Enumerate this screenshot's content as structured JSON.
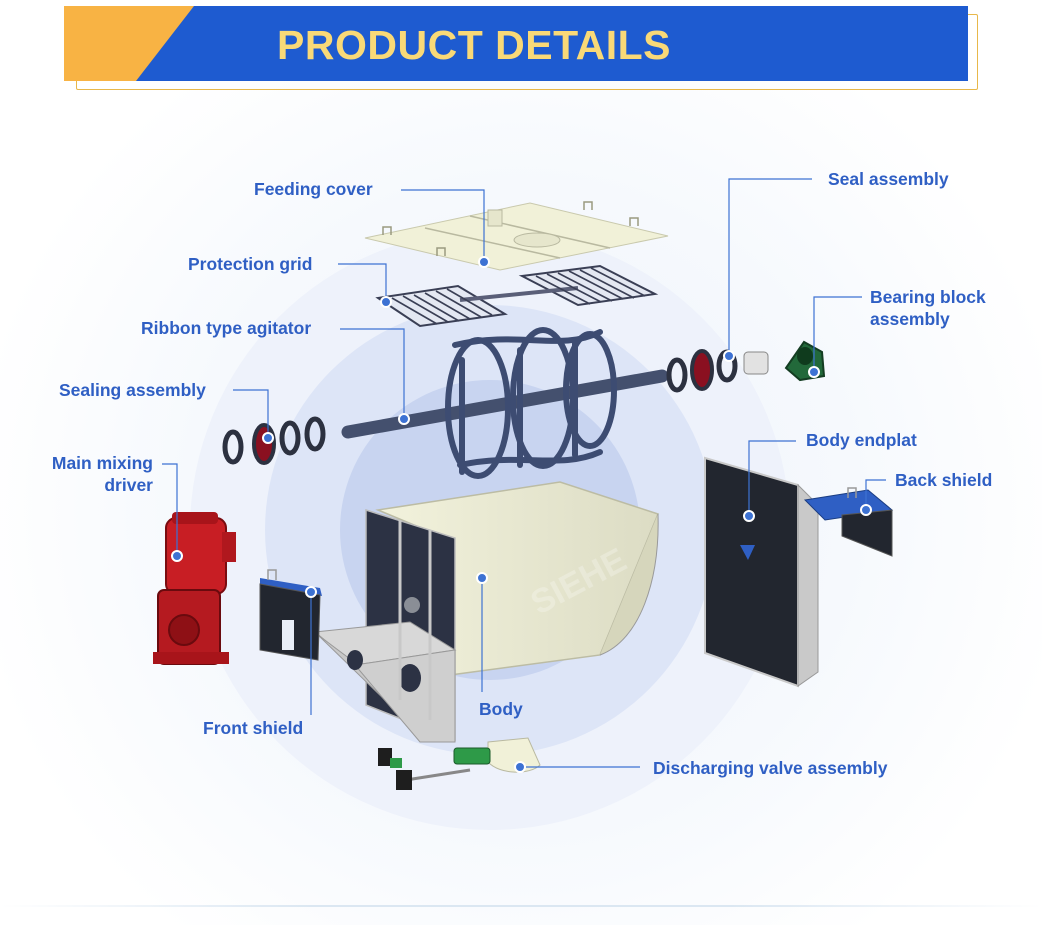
{
  "header": {
    "title": "PRODUCT DETAILS"
  },
  "watermark": "SIEHE",
  "colors": {
    "banner_blue": "#1e5bd0",
    "banner_accent": "#f8b344",
    "title_text": "#f9d977",
    "label_blue": "#2f5fc4",
    "leader_line": "#3d72d3"
  },
  "labels": {
    "feeding_cover": "Feeding cover",
    "protection_grid": "Protection grid",
    "ribbon_agitator": "Ribbon type agitator",
    "sealing_assembly": "Sealing assembly",
    "main_driver_line1": "Main mixing",
    "main_driver_line2": "driver",
    "front_shield": "Front shield",
    "body": "Body",
    "discharging_valve": "Discharging valve assembly",
    "seal_assembly": "Seal assembly",
    "bearing_block_line1": "Bearing block",
    "bearing_block_line2": "assembly",
    "body_endplat": "Body endplat",
    "back_shield": "Back shield"
  }
}
